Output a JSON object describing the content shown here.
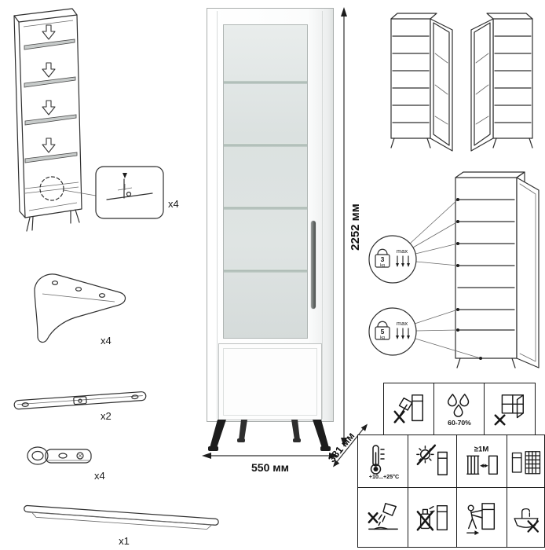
{
  "document": {
    "type": "furniture-assembly-instruction-sheet"
  },
  "parts": {
    "shelf_supports": {
      "qty": "x4"
    },
    "legs": {
      "qty": "x4"
    },
    "rails": {
      "qty": "x2"
    },
    "hinges": {
      "qty": "x4"
    },
    "handle": {
      "qty": "x1"
    }
  },
  "dimensions": {
    "height": "2252 мм",
    "width": "550 мм",
    "depth": "381 мм"
  },
  "load_limits": {
    "glass_shelf": {
      "value": "3",
      "unit": "kg",
      "note": "max"
    },
    "bottom_shelf": {
      "value": "5",
      "unit": "kg",
      "note": "max"
    }
  },
  "care": {
    "humidity": "60-70%",
    "temperature": "+10...+25°C",
    "min_distance": "≥1M"
  },
  "colors": {
    "line": "#2f2f2f",
    "glass": "#dfe4e2",
    "leg": "#1d1d1d"
  }
}
